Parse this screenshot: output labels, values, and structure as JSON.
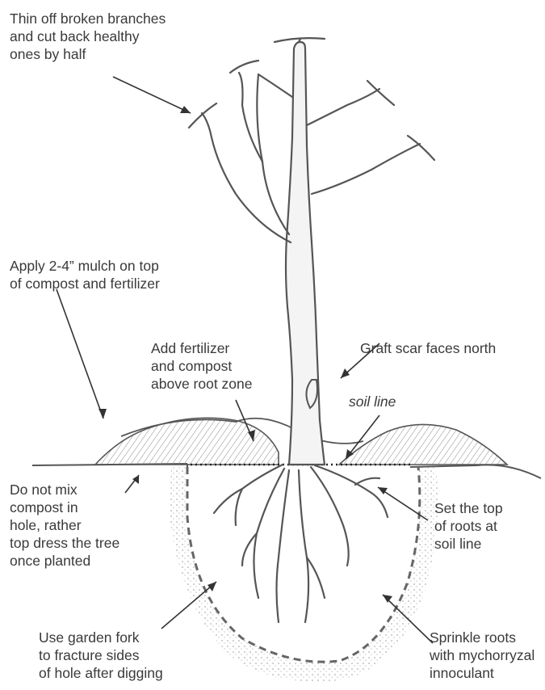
{
  "annotations": {
    "prune": [
      "Thin off broken branches",
      "and cut back healthy",
      "ones by half"
    ],
    "mulch": [
      "Apply 2-4” mulch on top",
      "of compost and fertilizer"
    ],
    "fertilizer": [
      "Add fertilizer",
      "and compost",
      "above root zone"
    ],
    "graft": [
      "Graft scar faces north"
    ],
    "soil_line": [
      "soil line"
    ],
    "compost_hole": [
      "Do not mix",
      "compost in",
      "hole, rather",
      "top dress the tree",
      "once planted"
    ],
    "roots_top": [
      "Set the top",
      "of roots at",
      "soil line"
    ],
    "fork": [
      "Use garden fork",
      "to fracture sides",
      "of hole after digging"
    ],
    "sprinkle": [
      "Sprinkle roots",
      "with mychorryzal",
      "innoculant"
    ]
  }
}
